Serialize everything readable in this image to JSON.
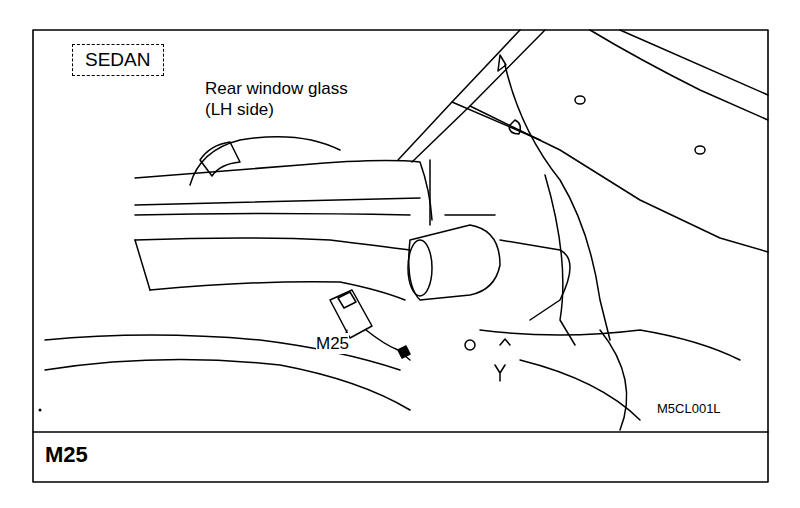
{
  "diagram": {
    "title": "M25",
    "nodes": [
      {
        "text": [
          "SEDAN"
        ]
      }
    ],
    "labels": [
      "Rear window glass (LH side)",
      "M25",
      "M5CL001L"
    ]
  }
}
